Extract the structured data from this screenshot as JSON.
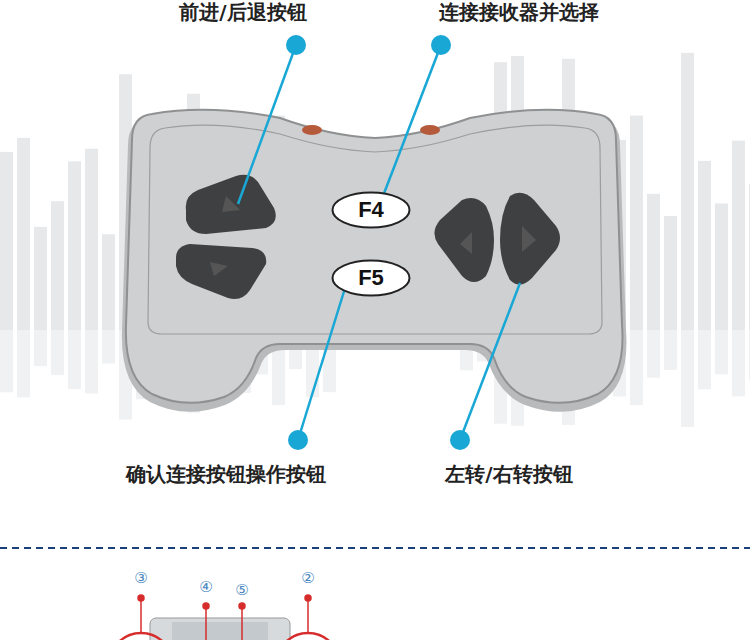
{
  "diagram": {
    "nodes": [
      {
        "text": [
          "F4"
        ]
      },
      {
        "text": [
          "F5"
        ]
      }
    ],
    "labels": [
      "前进/后退按钮",
      "连接接收器并选择",
      "确认连接按钮操作按钮",
      "左转/右转按钮",
      "③",
      "④",
      "⑤",
      "②"
    ]
  }
}
